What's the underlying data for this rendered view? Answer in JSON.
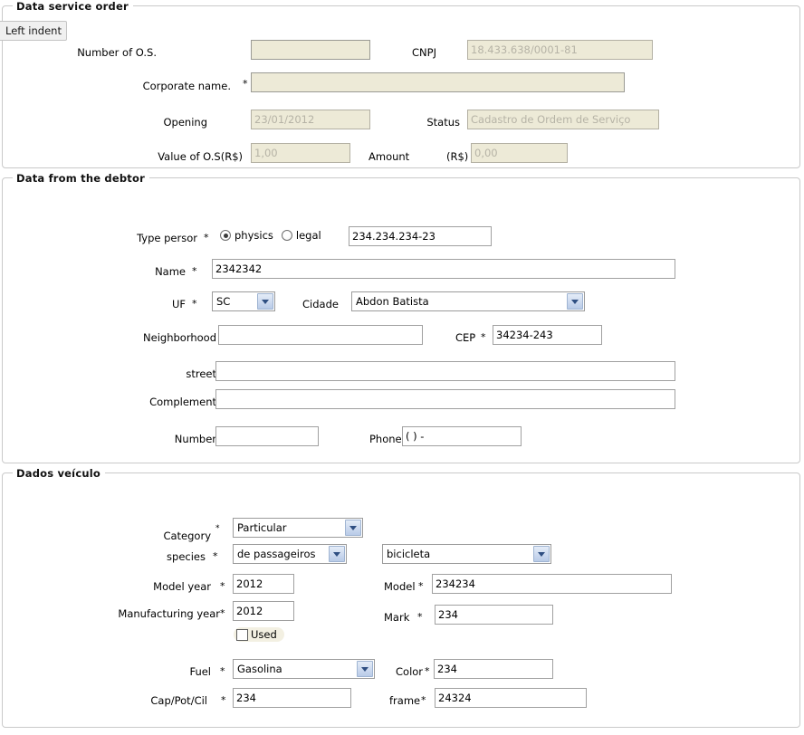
{
  "tooltip": {
    "text": "Left indent"
  },
  "sections": {
    "service_order": {
      "legend": "Data service order",
      "fields": {
        "number_os": {
          "label": "Number of O.S.",
          "value": "",
          "required": false
        },
        "cnpj": {
          "label": "CNPJ",
          "value": "18.433.638/0001-81",
          "required": false
        },
        "corporate_name": {
          "label": "Corporate name.",
          "value": "",
          "required": true
        },
        "opening": {
          "label": "Opening",
          "value": "23/01/2012",
          "required": false
        },
        "status": {
          "label": "Status",
          "value": "Cadastro de Ordem de Serviço",
          "required": false
        },
        "value_os": {
          "label": "Value of O.S(R$)",
          "value": "1,00",
          "required": false
        },
        "amount": {
          "label": "Amount",
          "label2": "(R$)",
          "value": "0,00",
          "required": false
        }
      }
    },
    "debtor": {
      "legend": "Data from the debtor",
      "fields": {
        "type_person": {
          "label": "Type persor",
          "required": true,
          "options": [
            {
              "label": "physics",
              "selected": true
            },
            {
              "label": "legal",
              "selected": false
            }
          ],
          "document": "234.234.234-23"
        },
        "name": {
          "label": "Name",
          "value": "2342342",
          "required": true
        },
        "uf": {
          "label": "UF",
          "value": "SC",
          "required": true
        },
        "cidade": {
          "label": "Cidade",
          "value": "Abdon Batista",
          "required": false
        },
        "neighborhood": {
          "label": "Neighborhood",
          "value": "",
          "required": false
        },
        "cep": {
          "label": "CEP",
          "value": "34234-243",
          "required": true
        },
        "street": {
          "label": "street",
          "value": "",
          "required": false
        },
        "complement": {
          "label": "Complement",
          "value": "",
          "required": false
        },
        "number": {
          "label": "Number",
          "value": "",
          "required": false
        },
        "phone": {
          "label": "Phone",
          "value": "( )   -",
          "required": false
        }
      }
    },
    "vehicle": {
      "legend": "Dados veículo",
      "fields": {
        "category": {
          "label": "Category",
          "value": "Particular",
          "required": true
        },
        "species": {
          "label": "species",
          "value": "de passageiros",
          "required": true
        },
        "species_type": {
          "label": "",
          "value": "bicicleta",
          "required": false
        },
        "model_year": {
          "label": "Model year",
          "value": "2012",
          "required": true
        },
        "model": {
          "label": "Model",
          "value": "234234",
          "required": true
        },
        "manufacturing_year": {
          "label": "Manufacturing year",
          "value": "2012",
          "required": true
        },
        "mark": {
          "label": "Mark",
          "value": "234",
          "required": true
        },
        "used": {
          "label": "Used",
          "checked": false
        },
        "fuel": {
          "label": "Fuel",
          "value": "Gasolina",
          "required": true
        },
        "color": {
          "label": "Color",
          "value": "234",
          "required": true
        },
        "cap_pot_cil": {
          "label": "Cap/Pot/Cil",
          "value": "234",
          "required": true
        },
        "frame": {
          "label": "frame",
          "value": "24324",
          "required": true
        }
      }
    }
  },
  "symbols": {
    "required_marker": "*"
  }
}
